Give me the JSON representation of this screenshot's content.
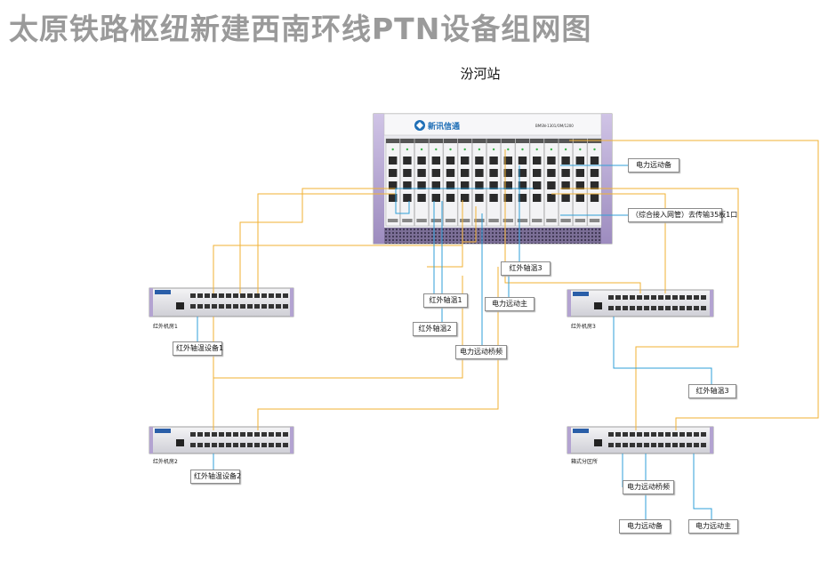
{
  "title": "太原铁路枢纽新建西南环线PTN设备组网图",
  "station": "汾河站",
  "main_device": {
    "brand": "新讯信通",
    "model": "BMSN-1301/OM/1200"
  },
  "sub_devices": [
    {
      "id": "r1",
      "caption": "红外机房1"
    },
    {
      "id": "r2",
      "caption": "红外机房2"
    },
    {
      "id": "r3",
      "caption": "红外机房3"
    },
    {
      "id": "r4",
      "caption": "箱式分区所"
    }
  ],
  "labels": {
    "power_remote_backup_top": "电力远动备",
    "integrated_access": "（综合接入网管）去传输35板1口",
    "infrared_axle_3_top": "红外轴温3",
    "infrared_axle_1": "红外轴温1",
    "infrared_axle_2": "红外轴温2",
    "power_remote_main_mid": "电力远动主",
    "power_remote_freq": "电力远动桥频",
    "infrared_device_1": "红外轴温设备1",
    "infrared_device_2": "红外轴温设备2",
    "infrared_axle_3_right": "红外轴温3",
    "power_remote_freq_2": "电力远动桥频",
    "power_remote_backup_bottom": "电力远动备",
    "power_remote_main_bottom": "电力远动主"
  },
  "colors": {
    "title": "#9a9a9a",
    "fiber_yellow": "#f2b233",
    "ethernet_blue": "#2f9fd8",
    "chassis_purple": "#b3a3d1"
  }
}
